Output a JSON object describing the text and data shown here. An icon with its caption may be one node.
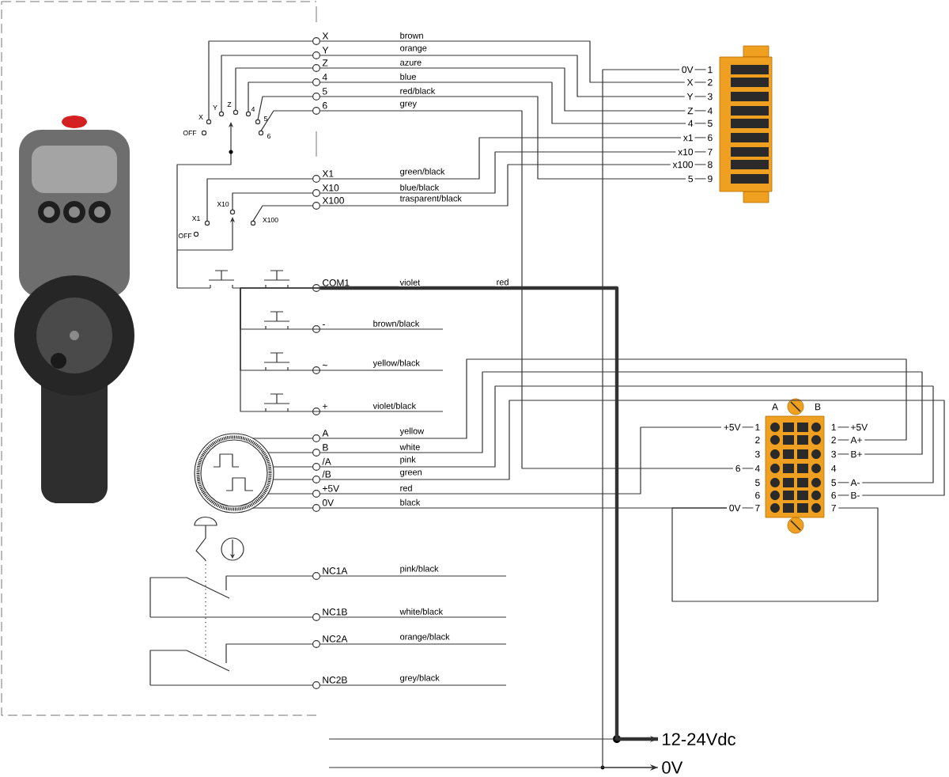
{
  "diagram": {
    "nodes": [
      {
        "text": [
          "X"
        ]
      },
      {
        "text": [
          "Y"
        ]
      },
      {
        "text": [
          "Z"
        ]
      },
      {
        "text": [
          "4"
        ]
      },
      {
        "text": [
          "5"
        ]
      },
      {
        "text": [
          "6"
        ]
      },
      {
        "text": [
          "X1"
        ]
      },
      {
        "text": [
          "X10"
        ]
      },
      {
        "text": [
          "X100"
        ]
      },
      {
        "text": [
          "COM1"
        ]
      },
      {
        "text": [
          "-"
        ]
      },
      {
        "text": [
          "~"
        ]
      },
      {
        "text": [
          "+"
        ]
      },
      {
        "text": [
          "A"
        ]
      },
      {
        "text": [
          "B"
        ]
      },
      {
        "text": [
          "/A"
        ]
      },
      {
        "text": [
          "/B"
        ]
      },
      {
        "text": [
          "+5V"
        ]
      },
      {
        "text": [
          "0V"
        ]
      },
      {
        "text": [
          "NC1A"
        ]
      },
      {
        "text": [
          "NC1B"
        ]
      },
      {
        "text": [
          "NC2A"
        ]
      },
      {
        "text": [
          "NC2B"
        ]
      },
      {
        "text": [
          "0V",
          "1"
        ]
      },
      {
        "text": [
          "X",
          "2"
        ]
      },
      {
        "text": [
          "Y",
          "3"
        ]
      },
      {
        "text": [
          "Z",
          "4"
        ]
      },
      {
        "text": [
          "4",
          "5"
        ]
      },
      {
        "text": [
          "x1",
          "6"
        ]
      },
      {
        "text": [
          "x10",
          "7"
        ]
      },
      {
        "text": [
          "x100",
          "8"
        ]
      },
      {
        "text": [
          "5",
          "9"
        ]
      },
      {
        "text": [
          "+5V",
          "1"
        ]
      },
      {
        "text": [
          "2"
        ]
      },
      {
        "text": [
          "3"
        ]
      },
      {
        "text": [
          "6",
          "4"
        ]
      },
      {
        "text": [
          "5"
        ]
      },
      {
        "text": [
          "6"
        ]
      },
      {
        "text": [
          "0V",
          "7"
        ]
      },
      {
        "text": [
          "1",
          "+5V"
        ]
      },
      {
        "text": [
          "2",
          "A+"
        ]
      },
      {
        "text": [
          "3",
          "B+"
        ]
      },
      {
        "text": [
          "4"
        ]
      },
      {
        "text": [
          "5",
          "A-"
        ]
      },
      {
        "text": [
          "6",
          "B-"
        ]
      },
      {
        "text": [
          "7"
        ]
      },
      {
        "text": [
          "12-24Vdc"
        ]
      },
      {
        "text": [
          "0V"
        ]
      }
    ],
    "edges": [
      {
        "from": 0,
        "to": 24,
        "arrow": "none",
        "label": "brown"
      },
      {
        "from": 1,
        "to": 25,
        "arrow": "none",
        "label": "orange"
      },
      {
        "from": 2,
        "to": 26,
        "arrow": "none",
        "label": "azure"
      },
      {
        "from": 3,
        "to": 27,
        "arrow": "none",
        "label": "blue"
      },
      {
        "from": 4,
        "to": 31,
        "arrow": "none",
        "label": "red/black"
      },
      {
        "from": 5,
        "to": 35,
        "arrow": "none",
        "label": "grey"
      },
      {
        "from": 6,
        "to": 28,
        "arrow": "none",
        "label": "green/black"
      },
      {
        "from": 7,
        "to": 29,
        "arrow": "none",
        "label": "blue/black"
      },
      {
        "from": 8,
        "to": 30,
        "arrow": "none",
        "label": "trasparent/black"
      },
      {
        "from": 9,
        "to": 46,
        "arrow": "none",
        "label": "violet",
        "style": "thick"
      },
      {
        "from": 10,
        "to": null,
        "arrow": "none",
        "label": "brown/black"
      },
      {
        "from": 11,
        "to": null,
        "arrow": "none",
        "label": "yellow/black"
      },
      {
        "from": 12,
        "to": null,
        "arrow": "none",
        "label": "violet/black"
      },
      {
        "from": 13,
        "to": 40,
        "arrow": "none",
        "label": "yellow"
      },
      {
        "from": 14,
        "to": 41,
        "arrow": "none",
        "label": "white"
      },
      {
        "from": 15,
        "to": 43,
        "arrow": "none",
        "label": "pink"
      },
      {
        "from": 16,
        "to": 44,
        "arrow": "none",
        "label": "green"
      },
      {
        "from": 17,
        "to": 32,
        "arrow": "none",
        "label": "red"
      },
      {
        "from": 18,
        "to": 38,
        "arrow": "none",
        "label": "black"
      },
      {
        "from": 19,
        "to": null,
        "arrow": "none",
        "label": "pink/black"
      },
      {
        "from": 20,
        "to": null,
        "arrow": "none",
        "label": "white/black"
      },
      {
        "from": 21,
        "to": null,
        "arrow": "none",
        "label": "orange/black"
      },
      {
        "from": 22,
        "to": null,
        "arrow": "none",
        "label": "grey/black"
      },
      {
        "from": 23,
        "to": 47,
        "arrow": "none"
      },
      {
        "from": 38,
        "to": 45,
        "arrow": "none"
      },
      {
        "from": null,
        "to": 46,
        "arrow": "to"
      },
      {
        "from": null,
        "to": 47,
        "arrow": "to"
      },
      {
        "from": 9,
        "to": 10,
        "arrow": "none"
      },
      {
        "from": 9,
        "to": 11,
        "arrow": "none"
      },
      {
        "from": 9,
        "to": 12,
        "arrow": "none"
      }
    ],
    "labels": [
      "OFF",
      "X",
      "Y",
      "Z",
      "4",
      "5",
      "6",
      "X10",
      "X1",
      "X100",
      "OFF",
      "red",
      "A",
      "B"
    ]
  }
}
